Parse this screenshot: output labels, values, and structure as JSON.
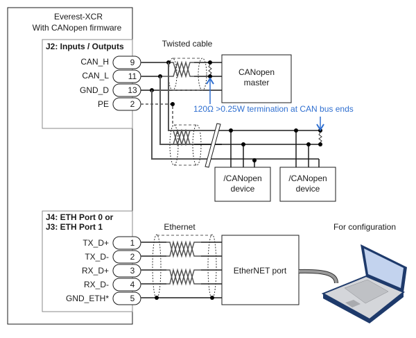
{
  "device": {
    "title_line1": "Everest-XCR",
    "title_line2": "With CANopen firmware"
  },
  "j2": {
    "title": "J2: Inputs / Outputs",
    "pins": [
      {
        "signal": "CAN_H",
        "number": "9"
      },
      {
        "signal": "CAN_L",
        "number": "11"
      },
      {
        "signal": "GND_D",
        "number": "13"
      },
      {
        "signal": "PE",
        "number": "2"
      }
    ]
  },
  "eth_connector": {
    "title_line1": "J4: ETH Port 0   or",
    "title_line2": "J3: ETH Port 1",
    "pins": [
      {
        "signal": "TX_D+",
        "number": "1"
      },
      {
        "signal": "TX_D-",
        "number": "2"
      },
      {
        "signal": "RX_D+",
        "number": "3"
      },
      {
        "signal": "RX_D-",
        "number": "4"
      },
      {
        "signal": "GND_ETH*",
        "number": "5"
      }
    ]
  },
  "can_bus": {
    "cable_label": "Twisted cable",
    "master_line1": "CANopen",
    "master_line2": "master",
    "termination_note": "120Ω >0.25W termination at CAN bus ends",
    "devices": [
      {
        "line1": "/CANopen",
        "line2": "device"
      },
      {
        "line1": "/CANopen",
        "line2": "device"
      }
    ]
  },
  "ethernet": {
    "cable_label": "Ethernet",
    "port_label": "EtherNET port",
    "config_label": "For configuration"
  },
  "colors": {
    "annotation_blue": "#2f6fd0",
    "laptop_screen": "#c3d3ee",
    "laptop_frame": "#1e3a6b",
    "laptop_body": "#d4d6da"
  }
}
